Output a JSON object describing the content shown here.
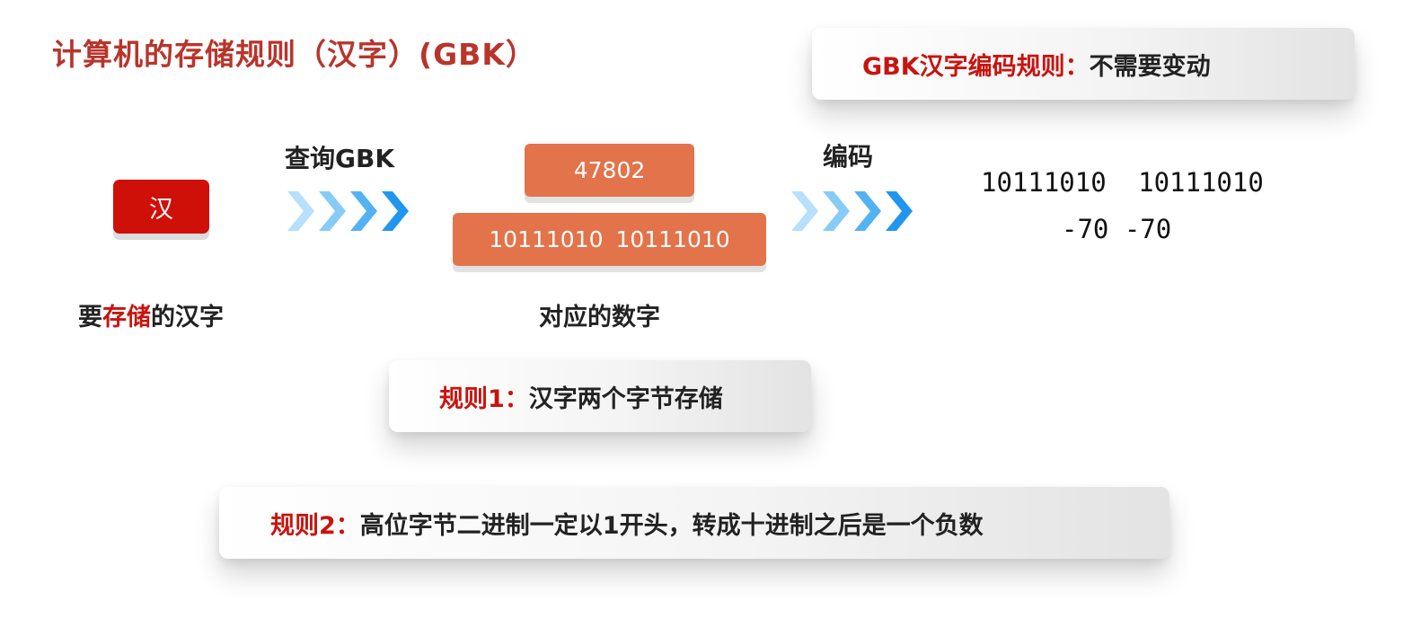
{
  "title": "计算机的存储规则（汉字）(GBK）",
  "top_rule": {
    "label": "GBK汉字编码规则：",
    "text": "不需要变动"
  },
  "rule1": {
    "label": "规则1：",
    "text": "汉字两个字节存储"
  },
  "rule2": {
    "label": "规则2：",
    "text": "高位字节二进制一定以1开头，转成十进制之后是一个负数"
  },
  "character": "汉",
  "character_caption": {
    "pre": "要",
    "highlight": "存储",
    "post": "的汉字"
  },
  "step1_label": "查询GBK",
  "step2_label": "编码",
  "decimal_number": "47802",
  "binary_number": "10111010 10111010",
  "number_caption": "对应的数字",
  "encoded_binary": "10111010 10111010",
  "encoded_decimal": "-70 -70",
  "colors": {
    "title": "#b8352c",
    "highlight_red": "#c8140f",
    "char_box": "#cf1009",
    "number_box": "#e2734a",
    "arrow_light": "#b6e0fb",
    "arrow_dark": "#2196ee"
  },
  "icons": [
    "chevron-right-icon",
    "chevron-right-icon",
    "chevron-right-icon",
    "chevron-right-icon"
  ]
}
